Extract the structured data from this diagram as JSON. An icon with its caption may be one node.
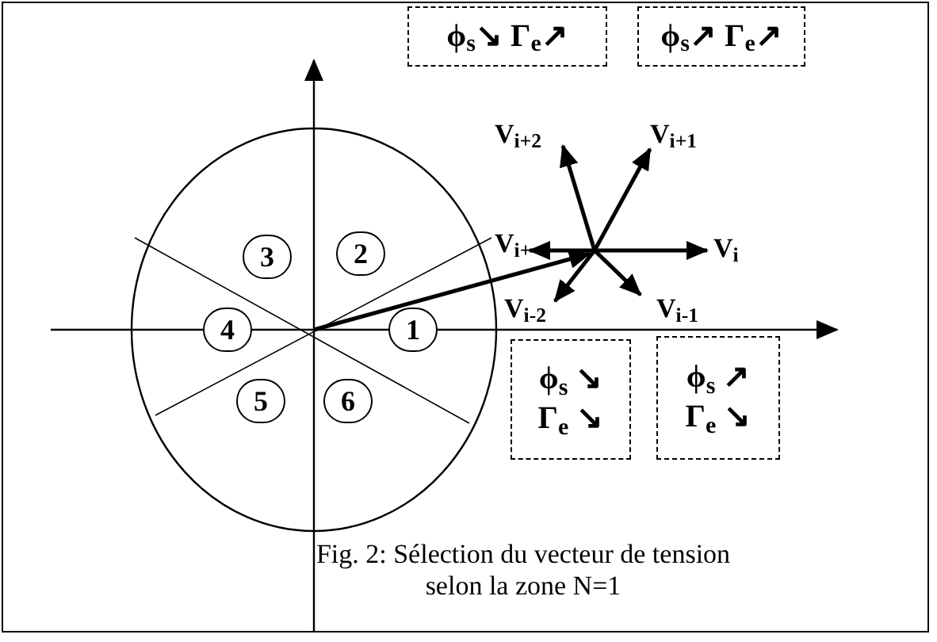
{
  "diagram": {
    "caption": "Fig. 2: Sélection du vecteur de tension selon la zone N=1",
    "nodes": [
      {
        "text": [
          "ϕ$_{s}$↘ Γ$_{e}$↗"
        ]
      },
      {
        "text": [
          "ϕ$_{s}$↗ Γ$_{e}$↗"
        ]
      },
      {
        "text": [
          "ϕ$_{s}$ ↘",
          "Γ$_{e}$ ↘"
        ]
      },
      {
        "text": [
          "ϕ$_{s}$ ↗",
          "Γ$_{e}$ ↘"
        ]
      },
      {
        "text": [
          "3"
        ]
      },
      {
        "text": [
          "2"
        ]
      },
      {
        "text": [
          "4"
        ]
      },
      {
        "text": [
          "1"
        ]
      },
      {
        "text": [
          "5"
        ]
      },
      {
        "text": [
          "6"
        ]
      }
    ],
    "labels": [
      "V$_{i+2}$",
      "V$_{i+1}$",
      "V$_{i+}$",
      "V$_{i}$",
      "V$_{i-2}$",
      "V$_{i-1}$"
    ]
  }
}
